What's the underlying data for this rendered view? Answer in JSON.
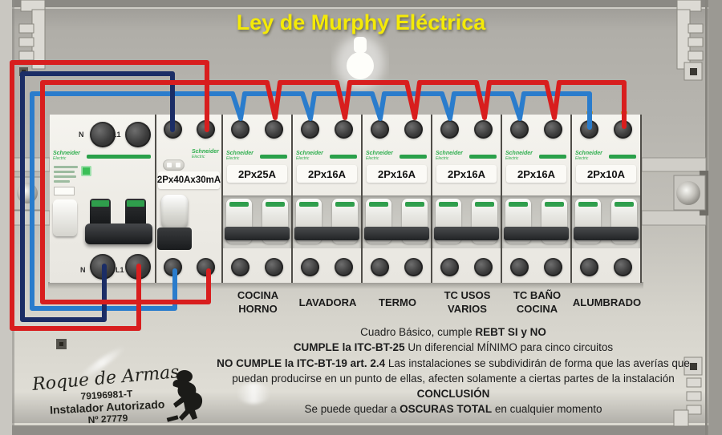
{
  "title": "Ley de Murphy Eléctrica",
  "colors": {
    "wire_red": "#d81e1e",
    "wire_navy": "#1b2d66",
    "wire_blue": "#2a7ccc",
    "schneider_green": "#2fae4e",
    "title_yellow": "#f4ea08"
  },
  "brand": {
    "name": "Schneider",
    "sub": "Electric"
  },
  "main_switch": {
    "n_label": "N",
    "l1_label": "L1"
  },
  "differential": {
    "label": "2Px40Ax30mA"
  },
  "breakers": [
    {
      "label": "2Px25A",
      "circuit_lines": [
        "COCINA",
        "HORNO"
      ]
    },
    {
      "label": "2Px16A",
      "circuit_lines": [
        "LAVADORA"
      ]
    },
    {
      "label": "2Px16A",
      "circuit_lines": [
        "TERMO"
      ]
    },
    {
      "label": "2Px16A",
      "circuit_lines": [
        "TC USOS",
        "VARIOS"
      ]
    },
    {
      "label": "2Px16A",
      "circuit_lines": [
        "TC BAÑO",
        "COCINA"
      ]
    },
    {
      "label": "2Px10A",
      "circuit_lines": [
        "ALUMBRADO"
      ]
    }
  ],
  "footer": {
    "lines": [
      {
        "segments": [
          {
            "t": "Cuadro Básico, cumple "
          },
          {
            "t": "REBT SI y NO"
          }
        ]
      },
      {
        "segments": [
          {
            "t": "CUMPLE la ITC-BT-25"
          },
          {
            "t": " Un diferencial MÍNIMO para cinco circuitos"
          }
        ]
      },
      {
        "segments": [
          {
            "t": "NO CUMPLE la ITC-BT-19 art. 2.4"
          },
          {
            "t": " Las instalaciones se subdividirán de forma que las averías que"
          }
        ]
      },
      {
        "segments": [
          {
            "t": "puedan producirse en un punto de ellas, afecten solamente a ciertas partes de la instalación"
          }
        ]
      },
      {
        "segments": [
          {
            "t": "CONCLUSIÓN"
          }
        ]
      },
      {
        "segments": [
          {
            "t": "Se puede quedar a "
          },
          {
            "t": "OSCURAS TOTAL"
          },
          {
            "t": " en cualquier momento"
          }
        ]
      }
    ]
  },
  "signature": {
    "name": "Roque de Armas",
    "id": "79196981-T",
    "role": "Instalador Autorizado",
    "number": "Nº 27779"
  }
}
